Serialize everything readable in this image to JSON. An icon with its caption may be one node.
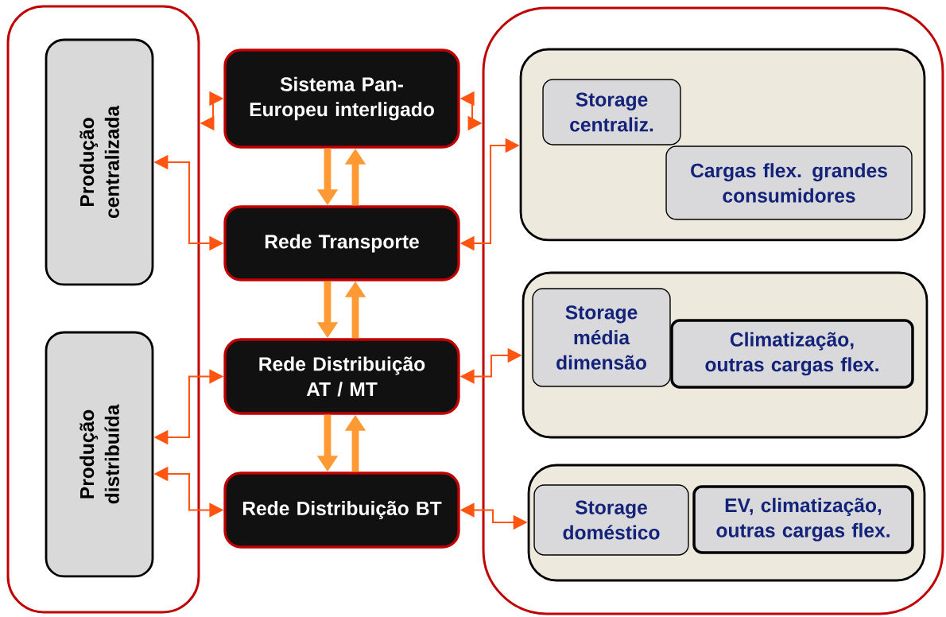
{
  "diagram": {
    "nodes": [
      {
        "text": [],
        "shape": "box"
      },
      {
        "text": [
          "Produção centralizada"
        ],
        "in": 0
      },
      {
        "text": [
          "Produção distribuída"
        ],
        "in": 0
      },
      {
        "text": [
          "Sistema Pan-Europeu interligado"
        ]
      },
      {
        "text": [
          "Rede Transporte"
        ]
      },
      {
        "text": [
          "Rede Distribuição AT / MT"
        ]
      },
      {
        "text": [
          "Rede Distribuição BT"
        ]
      },
      {
        "text": [],
        "shape": "box"
      },
      {
        "text": [],
        "shape": "box",
        "in": 7
      },
      {
        "text": [
          "Storage centraliz."
        ],
        "in": 8
      },
      {
        "text": [
          "Cargas flex. grandes consumidores"
        ],
        "in": 8
      },
      {
        "text": [],
        "shape": "box",
        "in": 7
      },
      {
        "text": [
          "Storage média dimensão"
        ],
        "in": 11
      },
      {
        "text": [
          "Climatização, outras cargas flex."
        ],
        "in": 11
      },
      {
        "text": [],
        "shape": "box",
        "in": 7
      },
      {
        "text": [
          "Storage doméstico"
        ],
        "in": 14
      },
      {
        "text": [
          "EV, climatização, outras cargas flex."
        ],
        "in": 14
      }
    ],
    "edges": [
      {
        "from": 0,
        "to": 3,
        "arrow": "both"
      },
      {
        "from": 3,
        "to": 7,
        "arrow": "both"
      },
      {
        "from": 1,
        "to": 4,
        "arrow": "both"
      },
      {
        "from": 2,
        "to": 5,
        "arrow": "both"
      },
      {
        "from": 2,
        "to": 6,
        "arrow": "both"
      },
      {
        "from": 8,
        "to": 4,
        "arrow": "both"
      },
      {
        "from": 11,
        "to": 5,
        "arrow": "both"
      },
      {
        "from": 14,
        "to": 6,
        "arrow": "both"
      },
      {
        "from": 3,
        "to": 4,
        "arrow": "to",
        "style": "thick",
        "color": "#ff9933"
      },
      {
        "from": 4,
        "to": 3,
        "arrow": "to",
        "style": "thick",
        "color": "#ff9933"
      },
      {
        "from": 4,
        "to": 5,
        "arrow": "to",
        "style": "thick",
        "color": "#ff9933"
      },
      {
        "from": 5,
        "to": 4,
        "arrow": "to",
        "style": "thick",
        "color": "#ff9933"
      },
      {
        "from": 5,
        "to": 6,
        "arrow": "to",
        "style": "thick",
        "color": "#ff9933"
      },
      {
        "from": 6,
        "to": 5,
        "arrow": "to",
        "style": "thick",
        "color": "#ff9933"
      }
    ]
  }
}
